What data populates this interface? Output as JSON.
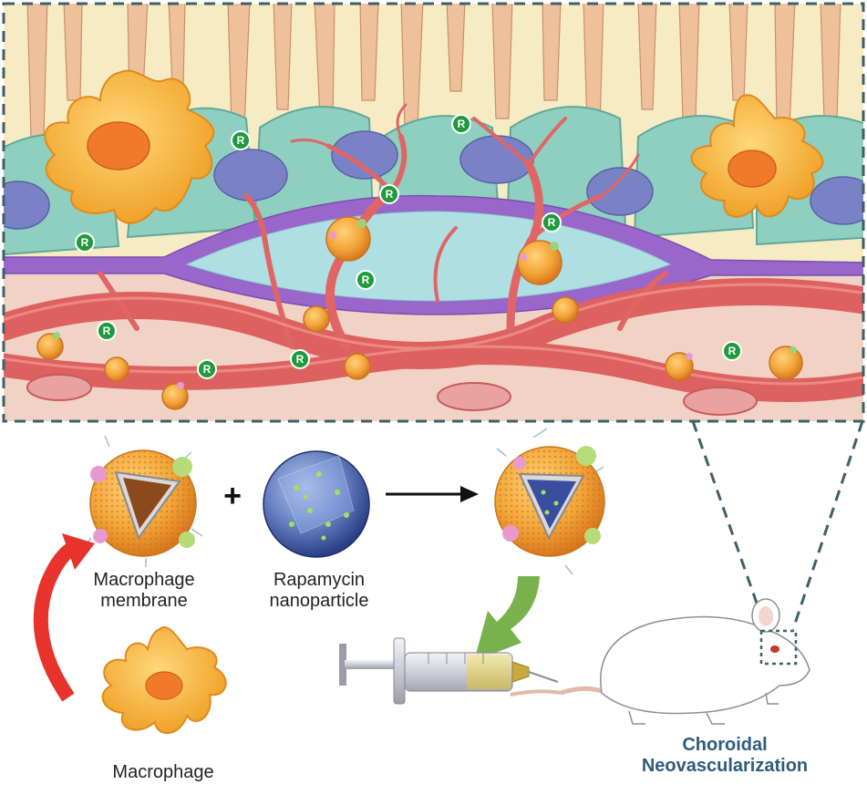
{
  "labels": {
    "macrophage_membrane": [
      "Macrophage",
      "membrane"
    ],
    "rapamycin_nanoparticle": [
      "Rapamycin",
      "nanoparticle"
    ],
    "macrophage": "Macrophage",
    "choroidal_neovascularization": [
      "Choroidal",
      "Neovascularization"
    ]
  },
  "rapamycin_marker_letter": "R",
  "operators": {
    "plus": "+"
  },
  "colors": {
    "retina_background": "#f7ebc4",
    "rpe_cells": "#8fcfc0",
    "nucleus": "#7a82c6",
    "bruch_membrane": "#9966cc",
    "choroid": "#f1d3c5",
    "vessel": "#e06565",
    "macrophage": "#f5b63a",
    "nanoparticle_core": "#5e78b8",
    "rapamycin_marker": "#1f9a3c",
    "curved_arrow": "#e8322c",
    "injection_arrow": "#6aaa3a",
    "label_accent": "#2f5b7c",
    "dashed_frame": "#3f5f6a"
  },
  "icons": [
    "syringe-icon",
    "mouse-icon",
    "macrophage-cell-icon",
    "nanoparticle-icon",
    "arrow-right-icon",
    "curved-arrow-icon"
  ]
}
